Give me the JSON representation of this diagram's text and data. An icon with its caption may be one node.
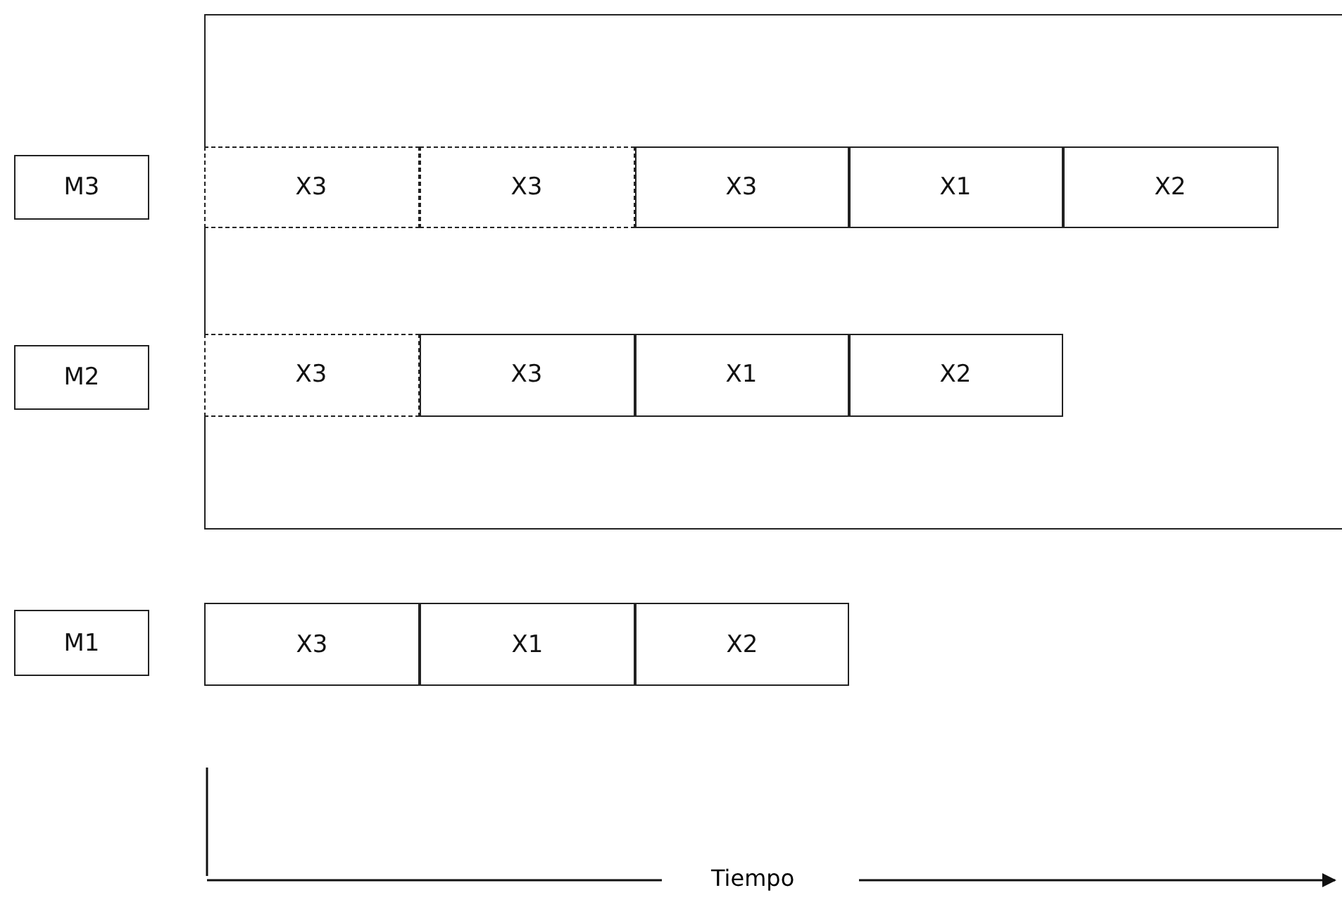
{
  "diagram": {
    "nodes": [
      {
        "text": [],
        "shape": "box"
      },
      {
        "text": [
          "M3"
        ]
      },
      {
        "text": [
          "X3"
        ],
        "in": 0
      },
      {
        "text": [
          "X3"
        ],
        "in": 0
      },
      {
        "text": [
          "X3"
        ],
        "in": 0
      },
      {
        "text": [
          "X1"
        ],
        "in": 0
      },
      {
        "text": [
          "X2"
        ],
        "in": 0
      },
      {
        "text": [
          "M2"
        ]
      },
      {
        "text": [
          "X3"
        ],
        "in": 0
      },
      {
        "text": [
          "X3"
        ],
        "in": 0
      },
      {
        "text": [
          "X1"
        ],
        "in": 0
      },
      {
        "text": [
          "X2"
        ],
        "in": 0
      },
      {
        "text": [
          "M1"
        ]
      },
      {
        "text": [
          "X3"
        ]
      },
      {
        "text": [
          "X1"
        ]
      },
      {
        "text": [
          "X2"
        ]
      }
    ],
    "labels": [
      "Tiempo"
    ]
  }
}
